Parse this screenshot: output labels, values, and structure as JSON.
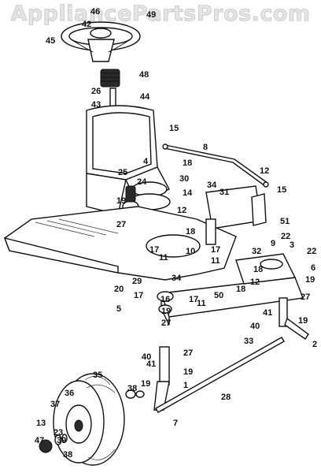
{
  "watermark": "AppliancePartsPros.com",
  "callouts": [
    "46",
    "42",
    "49",
    "45",
    "48",
    "26",
    "44",
    "43",
    "15",
    "8",
    "18",
    "4",
    "30",
    "24",
    "14",
    "25",
    "19",
    "12",
    "34",
    "31",
    "12",
    "15",
    "51",
    "27",
    "18",
    "17",
    "10",
    "11",
    "17",
    "11",
    "9",
    "22",
    "3",
    "22",
    "32",
    "6",
    "18",
    "12",
    "19",
    "29",
    "20",
    "17",
    "5",
    "34",
    "16",
    "50",
    "18",
    "17",
    "11",
    "27",
    "19",
    "27",
    "41",
    "40",
    "19",
    "2",
    "33",
    "40",
    "27",
    "41",
    "19",
    "1",
    "28",
    "35",
    "36",
    "38",
    "19",
    "37",
    "13",
    "23",
    "47",
    "39",
    "7",
    "38"
  ]
}
